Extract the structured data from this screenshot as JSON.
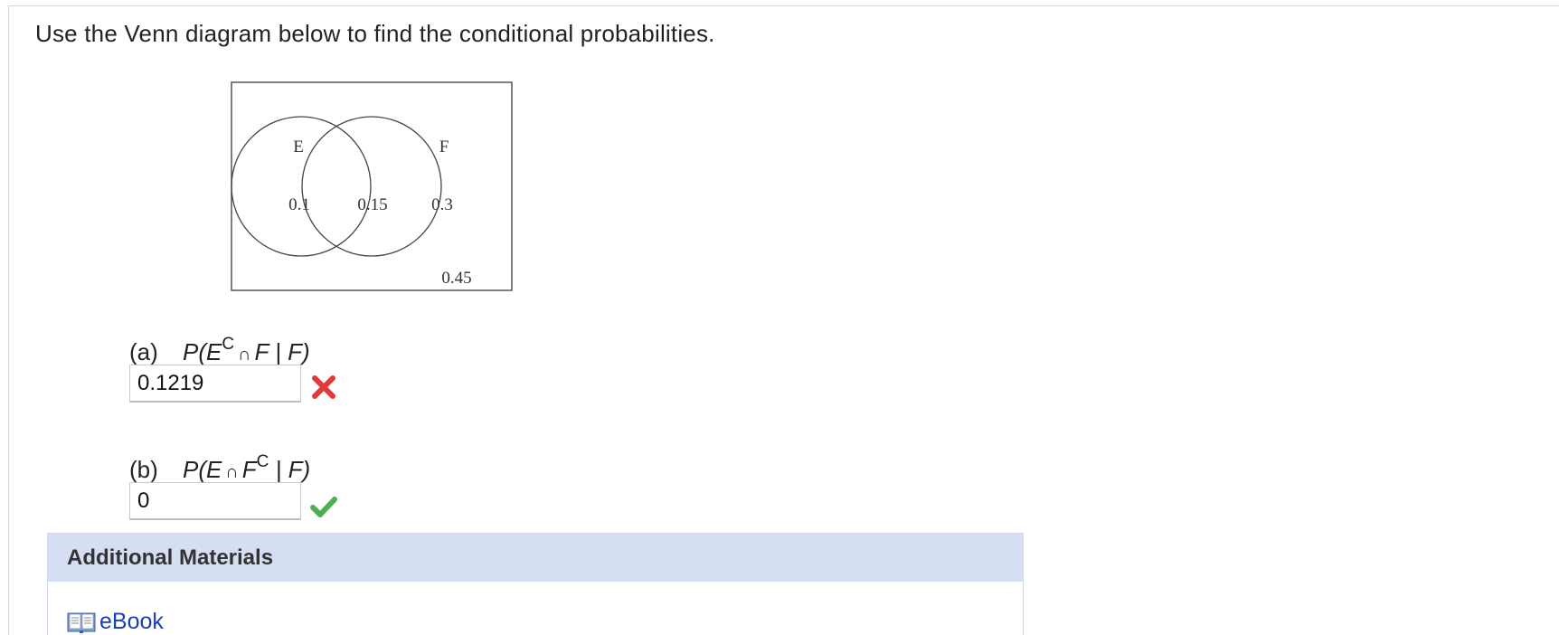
{
  "instruction": "Use the Venn diagram below to find the conditional probabilities.",
  "venn": {
    "set_e_label": "E",
    "set_f_label": "F",
    "e_only": "0.1",
    "intersection": "0.15",
    "f_only": "0.3",
    "outside": "0.45"
  },
  "part_a": {
    "label": "(a)",
    "expr_p": "P(",
    "expr_e": "E",
    "expr_sup": "C",
    "expr_cap": "∩",
    "expr_f": "F",
    "expr_given": "| F)",
    "answer": "0.1219",
    "status": "incorrect"
  },
  "part_b": {
    "label": "(b)",
    "expr_p": "P(",
    "expr_e": "E",
    "expr_cap": "∩",
    "expr_f": "F",
    "expr_sup": "C",
    "expr_given": "| F)",
    "answer": "0",
    "status": "correct"
  },
  "materials": {
    "title": "Additional Materials",
    "ebook_label": "eBook"
  },
  "colors": {
    "incorrect": "#e03b3b",
    "correct": "#4caf50",
    "materials_header": "#d6def3",
    "link": "#1a3fb5"
  }
}
